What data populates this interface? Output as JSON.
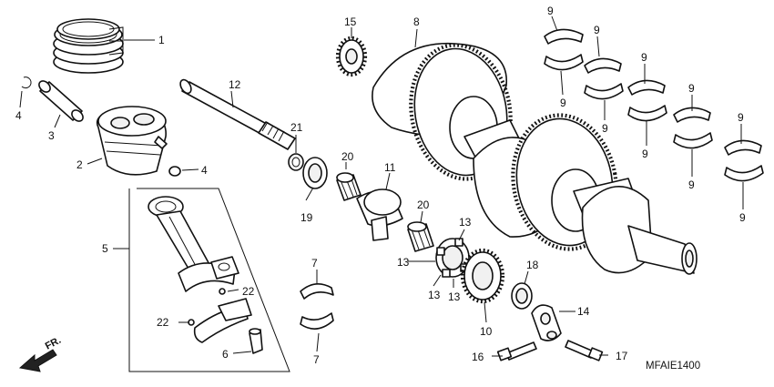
{
  "diagram": {
    "drawing_code": "MFAIE1400",
    "direction_label": "FR.",
    "callouts": [
      {
        "id": "c1",
        "text": "1"
      },
      {
        "id": "c2",
        "text": "2"
      },
      {
        "id": "c3",
        "text": "3"
      },
      {
        "id": "c4a",
        "text": "4"
      },
      {
        "id": "c4b",
        "text": "4"
      },
      {
        "id": "c5",
        "text": "5"
      },
      {
        "id": "c6",
        "text": "6"
      },
      {
        "id": "c7a",
        "text": "7"
      },
      {
        "id": "c7b",
        "text": "7"
      },
      {
        "id": "c8",
        "text": "8"
      },
      {
        "id": "c9a",
        "text": "9"
      },
      {
        "id": "c9b",
        "text": "9"
      },
      {
        "id": "c9c",
        "text": "9"
      },
      {
        "id": "c9d",
        "text": "9"
      },
      {
        "id": "c9e",
        "text": "9"
      },
      {
        "id": "c9f",
        "text": "9"
      },
      {
        "id": "c9g",
        "text": "9"
      },
      {
        "id": "c9h",
        "text": "9"
      },
      {
        "id": "c9i",
        "text": "9"
      },
      {
        "id": "c9j",
        "text": "9"
      },
      {
        "id": "c10",
        "text": "10"
      },
      {
        "id": "c11",
        "text": "11"
      },
      {
        "id": "c12",
        "text": "12"
      },
      {
        "id": "c13a",
        "text": "13"
      },
      {
        "id": "c13b",
        "text": "13"
      },
      {
        "id": "c13c",
        "text": "13"
      },
      {
        "id": "c13d",
        "text": "13"
      },
      {
        "id": "c14",
        "text": "14"
      },
      {
        "id": "c15",
        "text": "15"
      },
      {
        "id": "c16",
        "text": "16"
      },
      {
        "id": "c17",
        "text": "17"
      },
      {
        "id": "c18",
        "text": "18"
      },
      {
        "id": "c19",
        "text": "19"
      },
      {
        "id": "c20a",
        "text": "20"
      },
      {
        "id": "c20b",
        "text": "20"
      },
      {
        "id": "c21",
        "text": "21"
      },
      {
        "id": "c22a",
        "text": "22"
      },
      {
        "id": "c22b",
        "text": "22"
      }
    ]
  }
}
